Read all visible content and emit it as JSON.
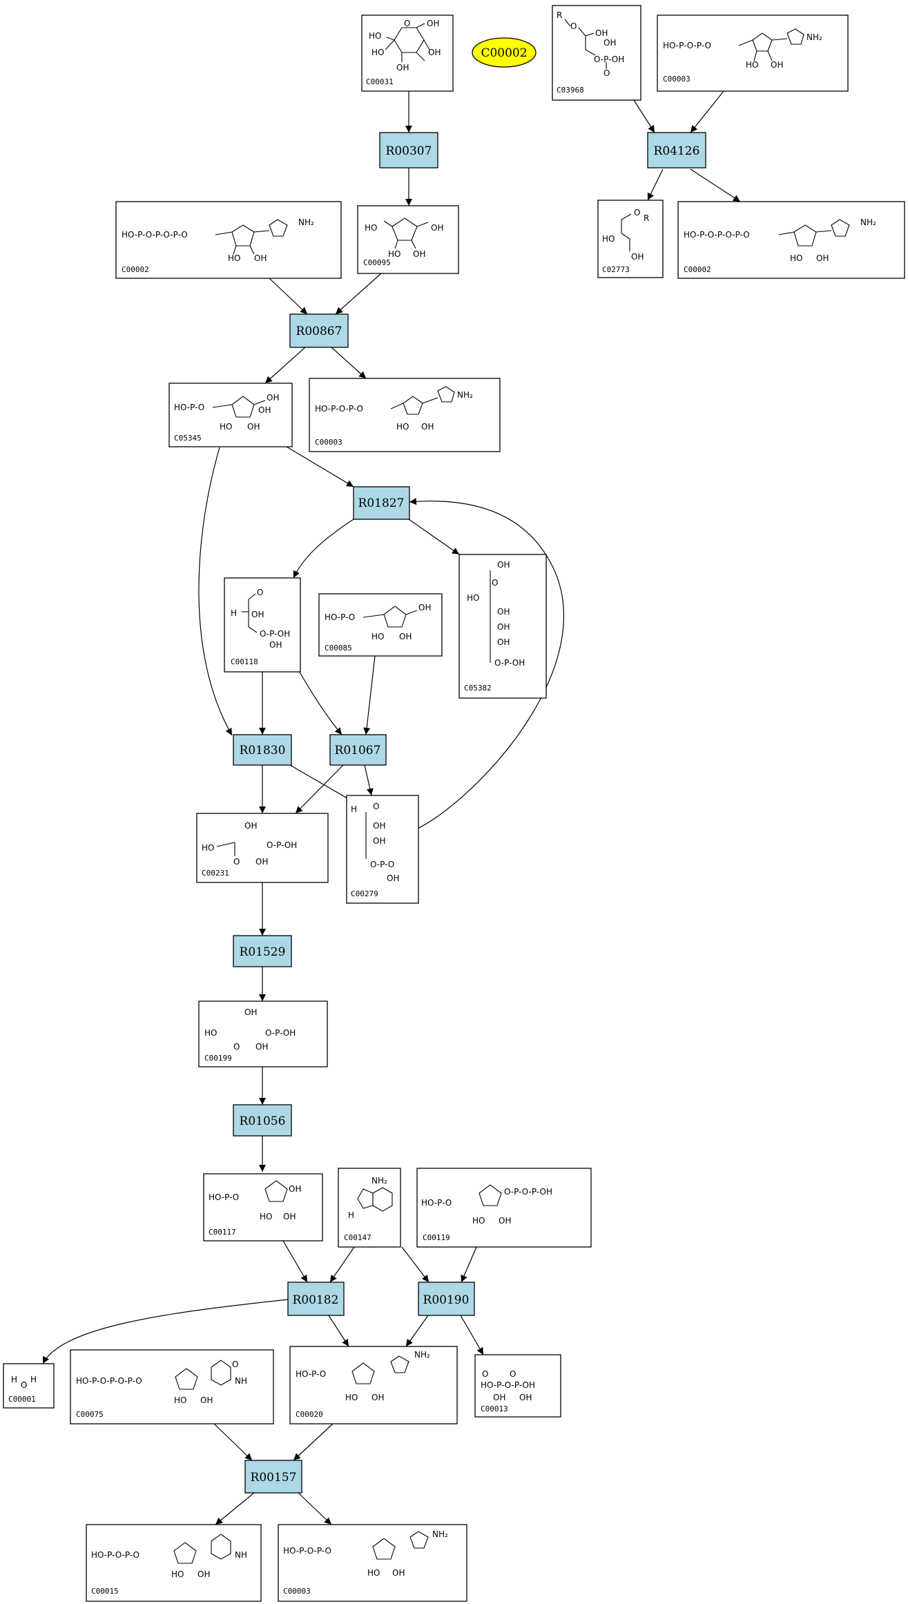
{
  "highlight": {
    "id": "C00002",
    "color": "#ffff00"
  },
  "colors": {
    "reaction_fill": "#add8e6",
    "compound_fill": "#ffffff",
    "edge": "#000000"
  },
  "reactions": [
    "R00307",
    "R04126",
    "R00867",
    "R01827",
    "R01830",
    "R01067",
    "R01529",
    "R01056",
    "R00182",
    "R00190",
    "R00157"
  ],
  "compounds": [
    "C00031",
    "C03968",
    "C00003",
    "C00002",
    "C00095",
    "C02773",
    "C00002",
    "C05345",
    "C00003",
    "C00118",
    "C00085",
    "C05382",
    "C00231",
    "C00279",
    "C00199",
    "C00117",
    "C00147",
    "C00119",
    "C00001",
    "C00075",
    "C00020",
    "C00013",
    "C00015",
    "C00003"
  ]
}
